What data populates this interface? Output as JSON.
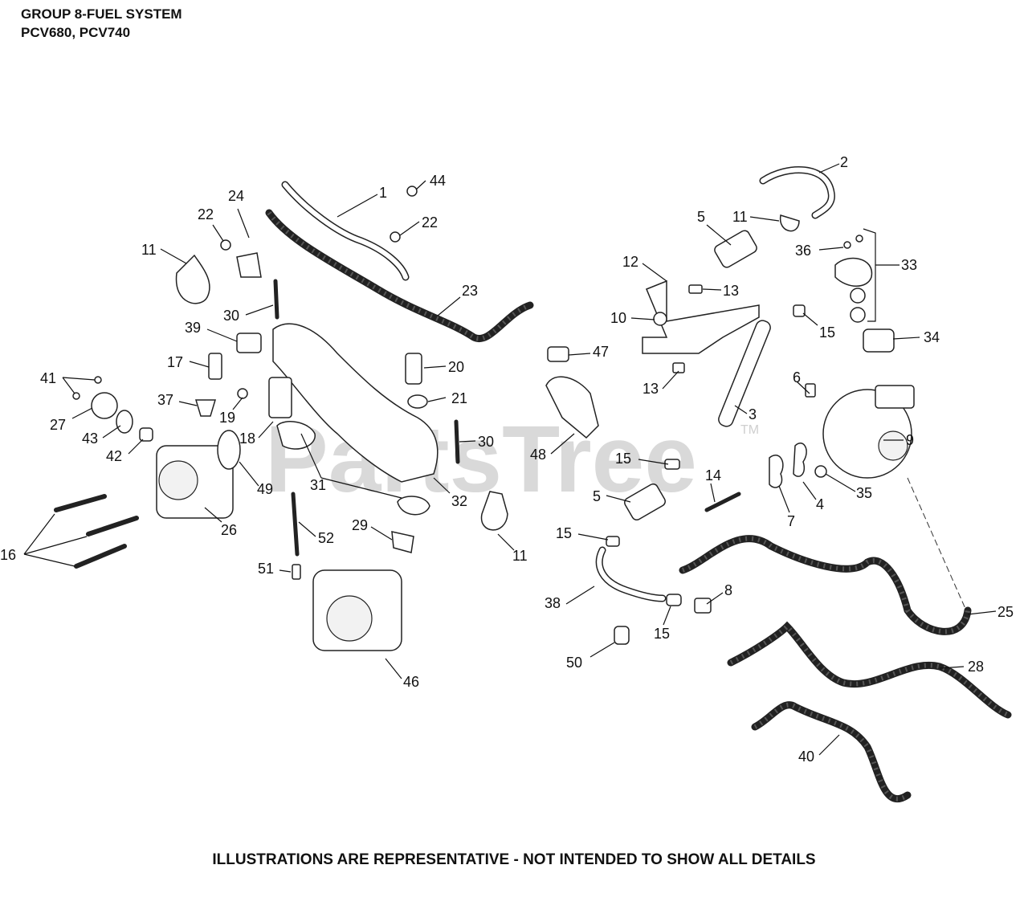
{
  "header": {
    "title": "GROUP 8-FUEL SYSTEM",
    "models": "PCV680, PCV740"
  },
  "watermark": {
    "text": "PartsTree",
    "tm": "TM"
  },
  "footer": {
    "note": "ILLUSTRATIONS ARE REPRESENTATIVE - NOT INTENDED TO SHOW ALL DETAILS"
  },
  "callouts": [
    "1",
    "2",
    "3",
    "4",
    "5",
    "5",
    "6",
    "7",
    "8",
    "9",
    "10",
    "11",
    "11",
    "11",
    "12",
    "13",
    "13",
    "14",
    "15",
    "15",
    "15",
    "15",
    "16",
    "17",
    "18",
    "19",
    "20",
    "21",
    "22",
    "22",
    "23",
    "24",
    "25",
    "26",
    "27",
    "28",
    "29",
    "30",
    "30",
    "31",
    "32",
    "33",
    "34",
    "35",
    "36",
    "37",
    "38",
    "39",
    "40",
    "41",
    "42",
    "43",
    "44",
    "46",
    "47",
    "48",
    "49",
    "50",
    "51",
    "52"
  ],
  "colors": {
    "ink": "#111111",
    "watermark": "#d9d9d9",
    "background": "#ffffff"
  }
}
